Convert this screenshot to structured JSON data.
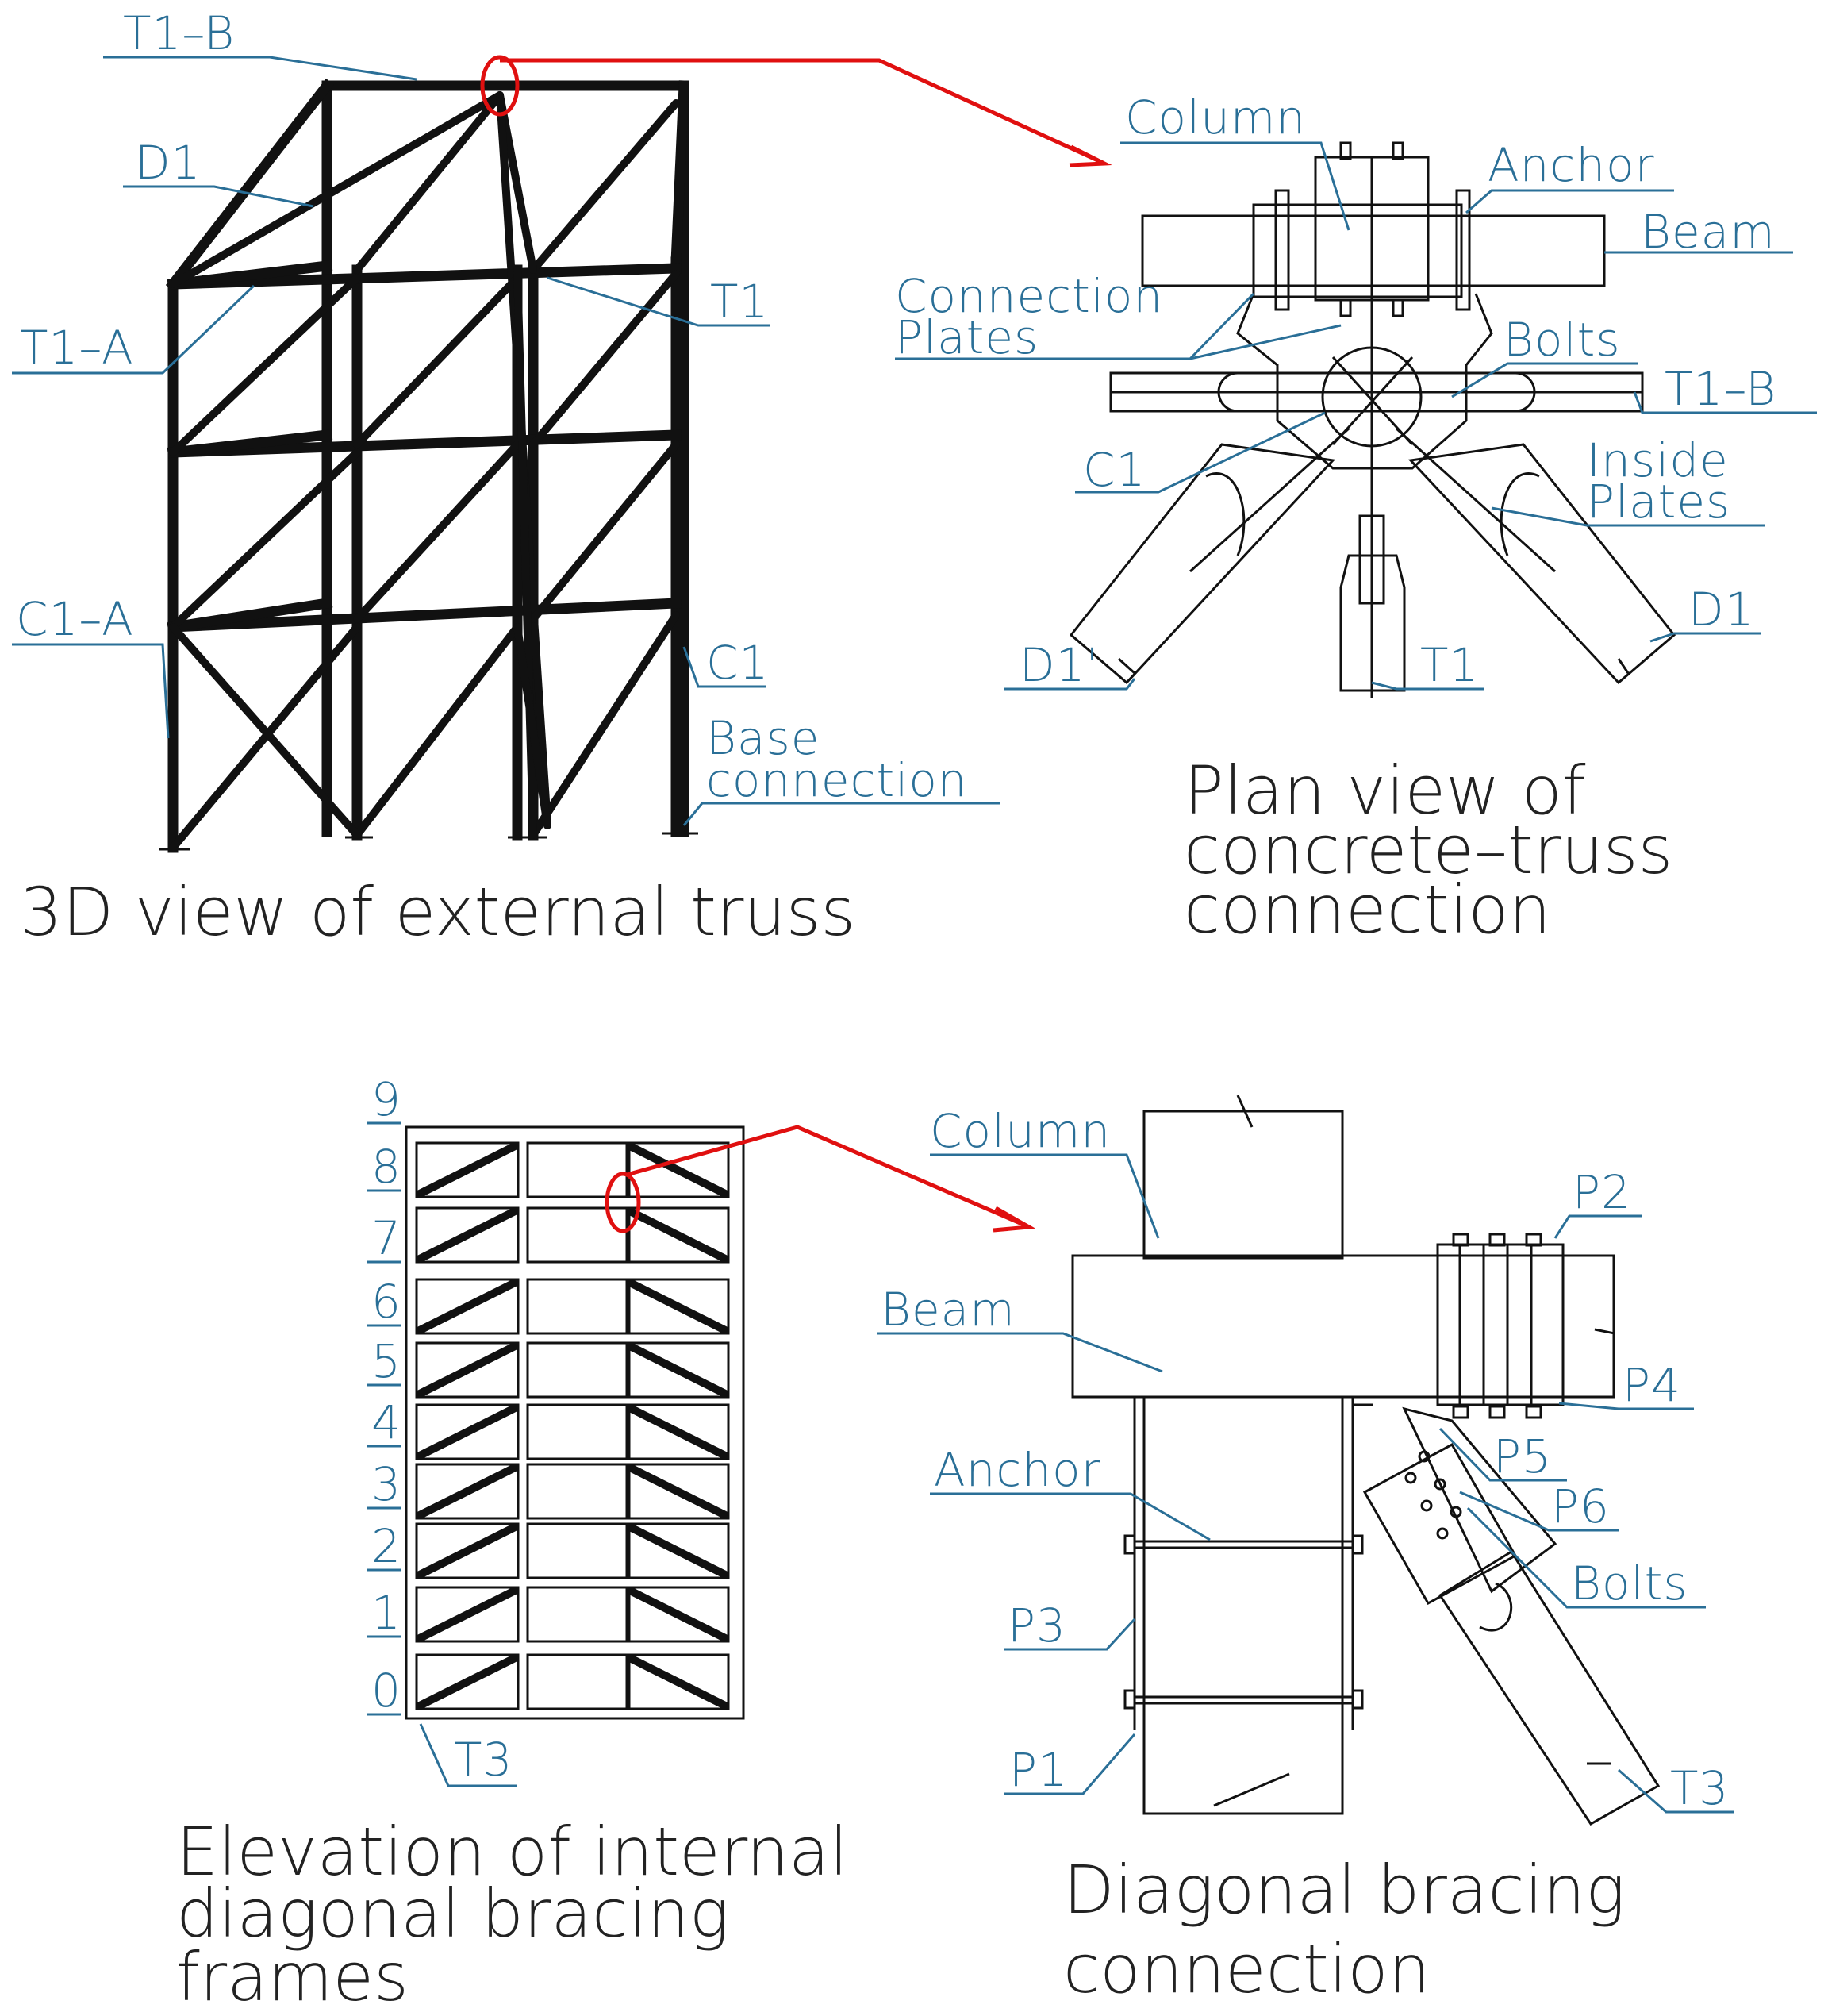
{
  "panel_3d": {
    "labels": {
      "t1b": "T1–B",
      "d1": "D1",
      "t1a": "T1–A",
      "t1": "T1",
      "c1a": "C1–A",
      "c1": "C1",
      "base1": "Base",
      "base2": "connection"
    },
    "caption": "3D view of external truss"
  },
  "panel_plan": {
    "labels": {
      "column": "Column",
      "anchor": "Anchor",
      "beam": "Beam",
      "conn1": "Connection",
      "conn2": "Plates",
      "bolts": "Bolts",
      "t1b": "T1–B",
      "c1": "C1",
      "inside1": "Inside",
      "inside2": "Plates",
      "d1r": "D1",
      "d1l": "D1'",
      "t1": "T1"
    },
    "caption": [
      "Plan view of",
      "concrete–truss",
      "connection"
    ]
  },
  "panel_elev": {
    "levels": [
      "9",
      "8",
      "7",
      "6",
      "5",
      "4",
      "3",
      "2",
      "1",
      "0"
    ],
    "labels": {
      "t3": "T3"
    },
    "caption": [
      "Elevation of internal",
      "diagonal bracing",
      "frames"
    ]
  },
  "panel_conn": {
    "labels": {
      "column": "Column",
      "beam": "Beam",
      "p2": "P2",
      "p4": "P4",
      "p5": "P5",
      "p6": "P6",
      "anchor": "Anchor",
      "bolts": "Bolts",
      "p3": "P3",
      "p1": "P1",
      "t3": "T3"
    },
    "caption": [
      "Diagonal bracing",
      "connection"
    ]
  },
  "colors": {
    "label": "#2a6f97",
    "highlight": "#e01010",
    "line": "#111111"
  }
}
